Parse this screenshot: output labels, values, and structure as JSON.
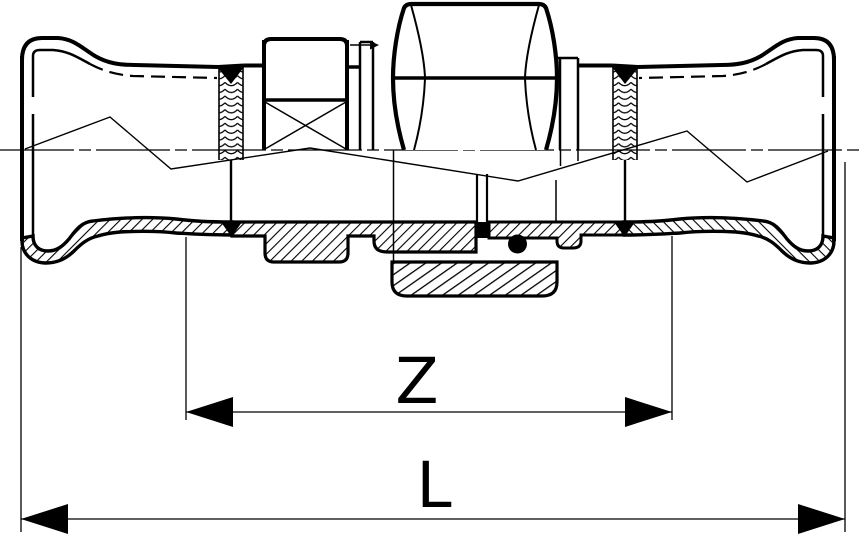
{
  "drawing": {
    "labels": {
      "z": "Z",
      "l": "L"
    },
    "colors": {
      "line": "#000000",
      "background": "#ffffff"
    },
    "icons": {
      "weld-seam": "fish-scale-band",
      "o-ring": "filled-circle",
      "arrowheads": "filled-triangles"
    }
  }
}
